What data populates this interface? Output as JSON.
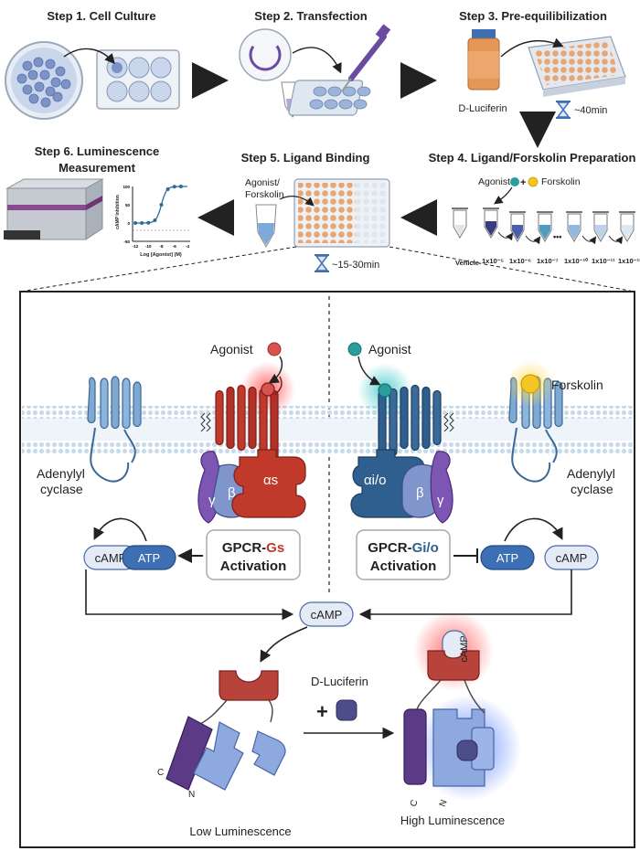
{
  "steps": {
    "s1": "Step 1. Cell Culture",
    "s2": "Step 2. Transfection",
    "s3": "Step 3. Pre-equilibilization",
    "s4": "Step 4. Ligand/Forskolin Preparation",
    "s5": "Step 5. Ligand Binding",
    "s6_line1": "Step 6. Luminescence",
    "s6_line2": "Measurement"
  },
  "step3": {
    "reagent": "D-Luciferin",
    "time": "~40min"
  },
  "step4": {
    "agonist": "Agonist",
    "plus": "+",
    "forskolin": "Forskolin",
    "dilutions": [
      "Vehicle",
      "1x10⁻⁵",
      "1x10⁻⁶",
      "1x10⁻⁷",
      "•••",
      "1x10⁻¹⁰",
      "1x10⁻¹¹",
      "1x10⁻¹²"
    ]
  },
  "step5": {
    "label_line1": "Agonist/",
    "label_line2": "Forskolin",
    "time": "~15-30min"
  },
  "step6": {
    "ylabel": "cAMP Inhibition",
    "xlabel": "Log [Agonist] (M)",
    "yticks": [
      "100",
      "50",
      "0",
      "-50"
    ],
    "xticks": [
      "-12",
      "-10",
      "-8",
      "-6",
      "-4"
    ]
  },
  "panel": {
    "agonist_left": "Agonist",
    "agonist_right": "Agonist",
    "forskolin": "Forskolin",
    "adenylyl_line1": "Adenylyl",
    "adenylyl_line2": "cyclase",
    "alpha_s": "αs",
    "alpha_io": "αi/o",
    "beta": "β",
    "gamma": "γ",
    "gs_prefix": "GPCR-",
    "gs_suffix": "Gs",
    "gi_prefix": "GPCR-",
    "gi_suffix": "Gi/o",
    "activation": "Activation",
    "camp": "cAMP",
    "atp": "ATP",
    "d_luciferin": "D-Luciferin",
    "plus": "+",
    "c": "C",
    "n": "N",
    "low": "Low Luminescence",
    "high": "High Luminescence"
  },
  "colors": {
    "gs_red": "#c0392b",
    "gi_blue": "#2f5f8f",
    "cyclase_blue": "#6d9ccc",
    "atp_blue": "#3c6fb3",
    "camp_fill": "#e4ebf7",
    "purple": "#5b3a86",
    "luc_light": "#8da9e0",
    "teal": "#2a9d9d",
    "yellow": "#f3c623"
  }
}
